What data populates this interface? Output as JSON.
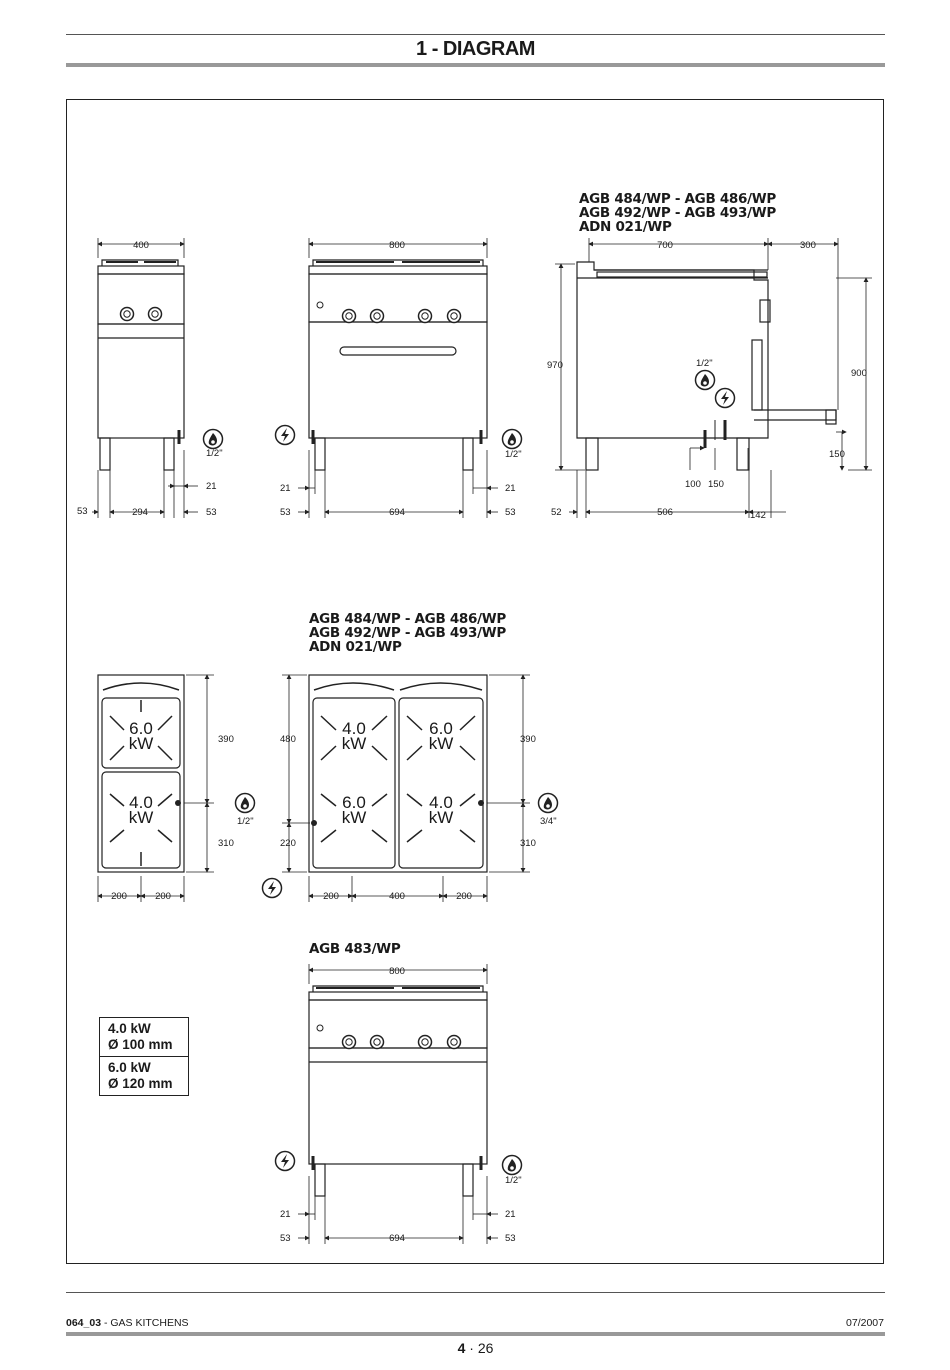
{
  "header": {
    "title": "1 - DIAGRAM"
  },
  "model_labels": {
    "side_view": [
      "AGB 484/WP - AGB 486/WP",
      "AGB 492/WP - AGB 493/WP",
      "ADN 021/WP"
    ],
    "top_view": [
      "AGB 484/WP - AGB 486/WP",
      "AGB 492/WP - AGB 493/WP",
      "ADN 021/WP"
    ],
    "open_base": "AGB 483/WP"
  },
  "dimensions": {
    "w400": "400",
    "w800": "800",
    "w700": "700",
    "w300": "300",
    "h970": "970",
    "h900": "900",
    "h150": "150",
    "d100": "100",
    "d150": "150",
    "d52": "52",
    "d506": "506",
    "d142": "142",
    "d53": "53",
    "d294": "294",
    "d21": "21",
    "d694": "694",
    "h390": "390",
    "h310": "310",
    "h480": "480",
    "h220": "220",
    "w200": "200",
    "pipe_half": "1/2\"",
    "pipe_34": "3/4\""
  },
  "burners": {
    "b6_val": "6.0",
    "b4_val": "4.0",
    "unit": "kW"
  },
  "legend": {
    "r1a": "4.0 kW",
    "r1b": "Ø 100 mm",
    "r2a": "6.0 kW",
    "r2b": "Ø 120 mm"
  },
  "footer": {
    "code": "064_03",
    "sep": " - GAS KITCHENS",
    "date": "07/2007",
    "page_major": "4",
    "page_minor": " · 26"
  }
}
